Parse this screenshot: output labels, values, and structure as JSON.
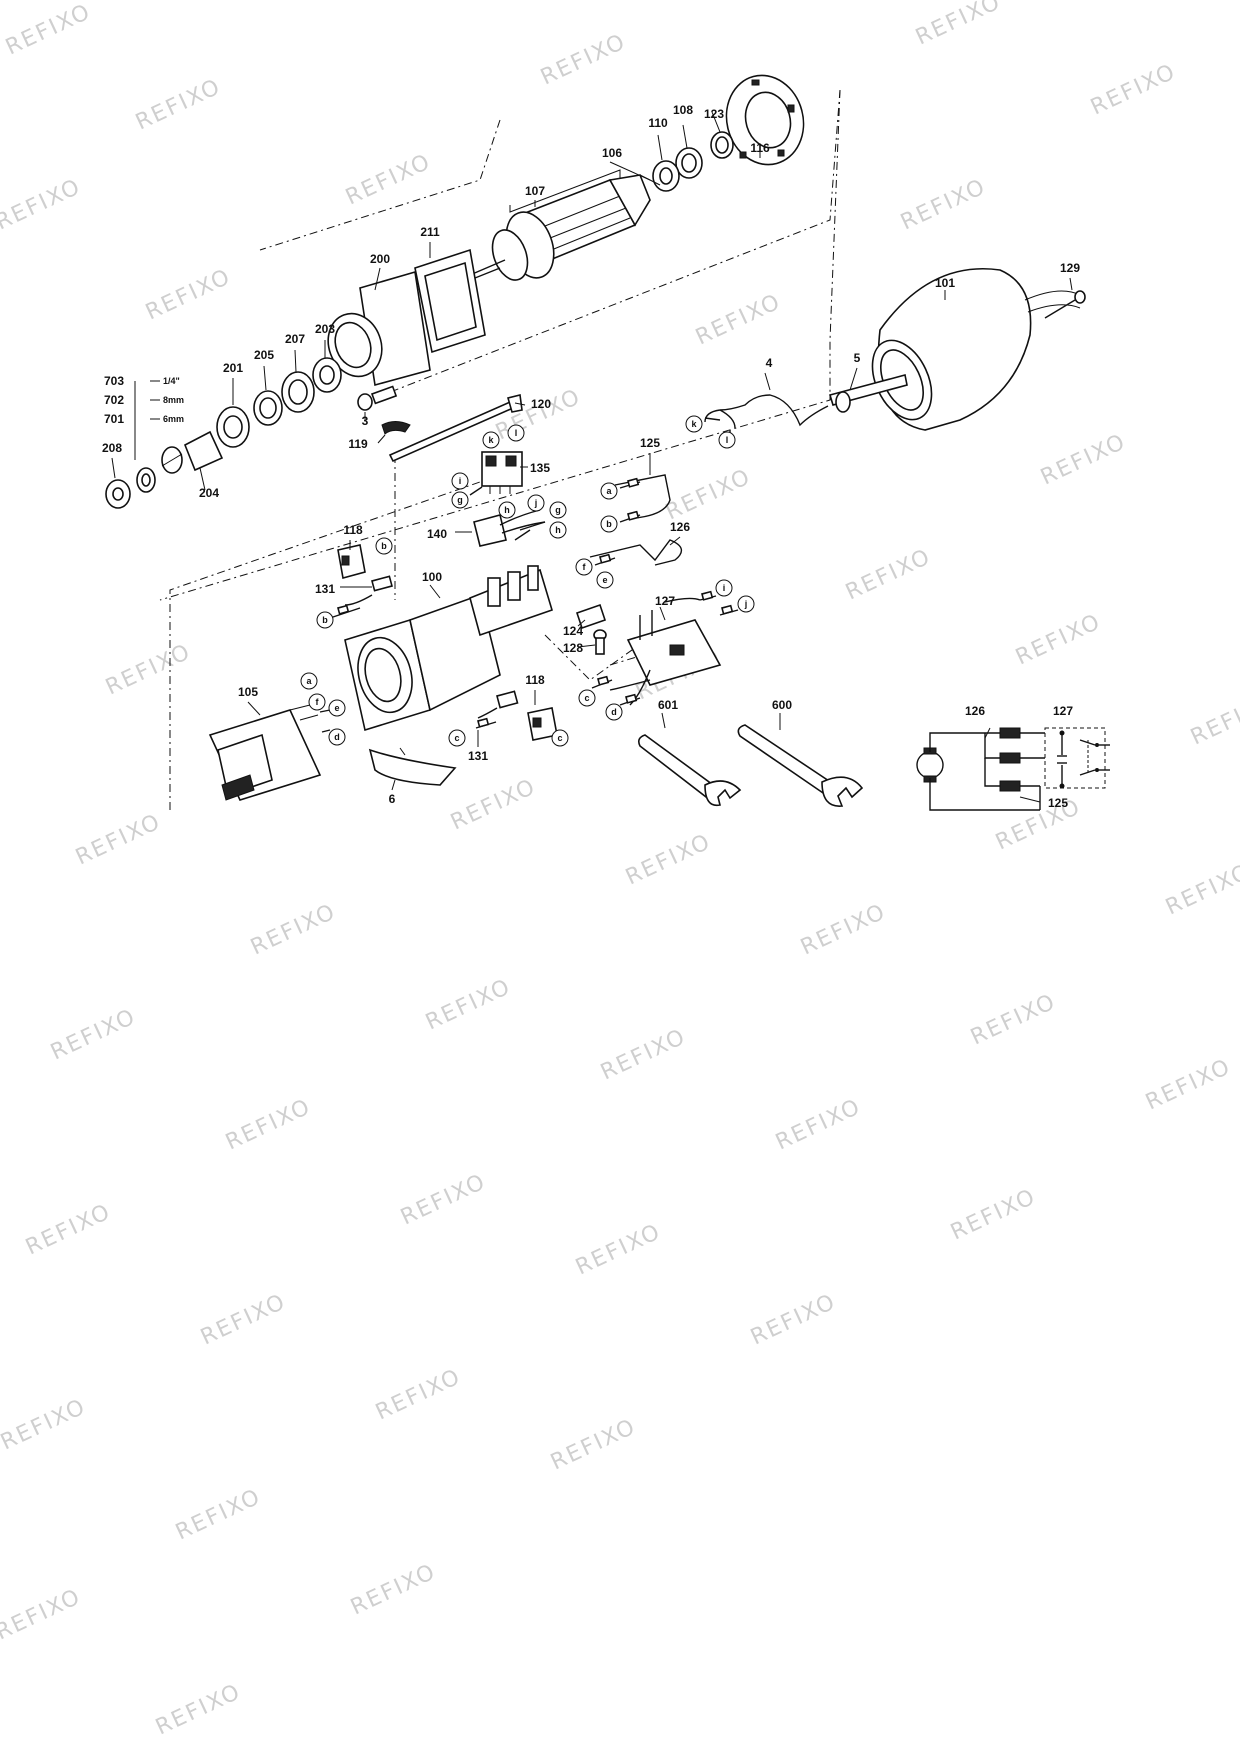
{
  "watermark": "REFIXO",
  "parts": {
    "p3": "3",
    "p4": "4",
    "p5": "5",
    "p6": "6",
    "p100": "100",
    "p101": "101",
    "p105": "105",
    "p106": "106",
    "p107": "107",
    "p108": "108",
    "p110": "110",
    "p116": "116",
    "p118a": "118",
    "p118b": "118",
    "p119": "119",
    "p120": "120",
    "p123": "123",
    "p124": "124",
    "p125": "125",
    "p126": "126",
    "p127": "127",
    "p128": "128",
    "p129": "129",
    "p131a": "131",
    "p131b": "131",
    "p135": "135",
    "p140": "140",
    "p200": "200",
    "p201": "201",
    "p203": "203",
    "p204": "204",
    "p205": "205",
    "p207": "207",
    "p208": "208",
    "p211": "211",
    "p600": "600",
    "p601": "601",
    "p701": "701",
    "p702": "702",
    "p703": "703"
  },
  "collet_sizes": {
    "s703": "1/4\"",
    "s702": "8mm",
    "s701": "6mm"
  },
  "connectors": {
    "a": "a",
    "b": "b",
    "c": "c",
    "d": "d",
    "e": "e",
    "f": "f",
    "g": "g",
    "h": "h",
    "i": "i",
    "j": "j",
    "k": "k",
    "l": "l"
  },
  "circuit": {
    "l126": "126",
    "l127": "127",
    "l125": "125"
  },
  "colors": {
    "line": "#111111",
    "watermark": "#cfcfcf",
    "background": "#ffffff"
  }
}
